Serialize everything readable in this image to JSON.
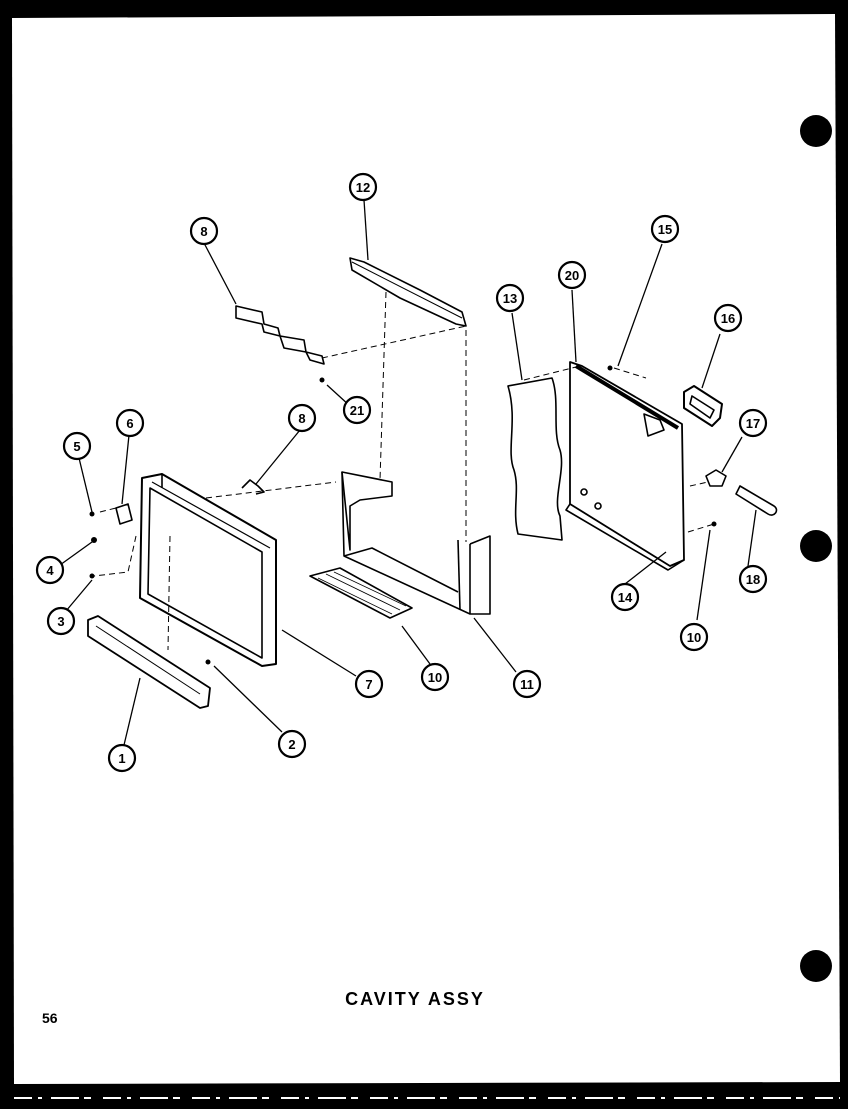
{
  "diagram": {
    "title": "CAVITY ASSY",
    "page_number": "56",
    "colors": {
      "paper": "#ffffff",
      "ink": "#000000",
      "background": "#000000"
    },
    "callouts": [
      {
        "id": "c1",
        "label": "1"
      },
      {
        "id": "c2",
        "label": "2"
      },
      {
        "id": "c3",
        "label": "3"
      },
      {
        "id": "c4",
        "label": "4"
      },
      {
        "id": "c5",
        "label": "5"
      },
      {
        "id": "c6",
        "label": "6"
      },
      {
        "id": "c7",
        "label": "7"
      },
      {
        "id": "c8a",
        "label": "8"
      },
      {
        "id": "c8b",
        "label": "8"
      },
      {
        "id": "c10a",
        "label": "10"
      },
      {
        "id": "c11",
        "label": "11"
      },
      {
        "id": "c12",
        "label": "12"
      },
      {
        "id": "c13",
        "label": "13"
      },
      {
        "id": "c14",
        "label": "14"
      },
      {
        "id": "c15",
        "label": "15"
      },
      {
        "id": "c16",
        "label": "16"
      },
      {
        "id": "c17",
        "label": "17"
      },
      {
        "id": "c18",
        "label": "18"
      },
      {
        "id": "c10b",
        "label": "10"
      },
      {
        "id": "c20",
        "label": "20"
      },
      {
        "id": "c21",
        "label": "21"
      }
    ]
  }
}
